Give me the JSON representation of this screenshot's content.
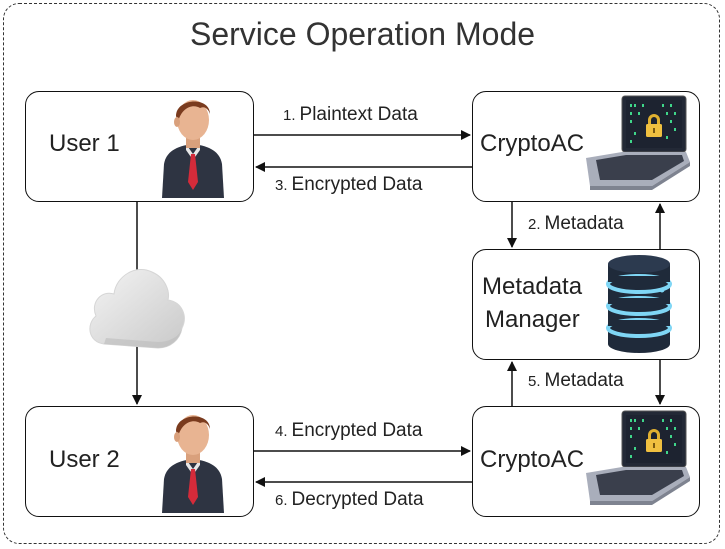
{
  "title": "Service Operation Mode",
  "nodes": {
    "user1": "User 1",
    "user2": "User 2",
    "cryptoac_top": "CryptoAC",
    "cryptoac_bottom": "CryptoAC",
    "metadata_manager_line1": "Metadata",
    "metadata_manager_line2": "Manager"
  },
  "edges": {
    "e1_num": "1.",
    "e1_label": "Plaintext Data",
    "e2_num": "2.",
    "e2_label": "Metadata",
    "e3_num": "3.",
    "e3_label": "Encrypted Data",
    "e4_num": "4.",
    "e4_label": "Encrypted Data",
    "e5_num": "5.",
    "e5_label": "Metadata",
    "e6_num": "6.",
    "e6_label": "Decrypted Data"
  },
  "icons": [
    "person-icon",
    "laptop-lock-icon",
    "database-icon",
    "cloud-icon"
  ]
}
